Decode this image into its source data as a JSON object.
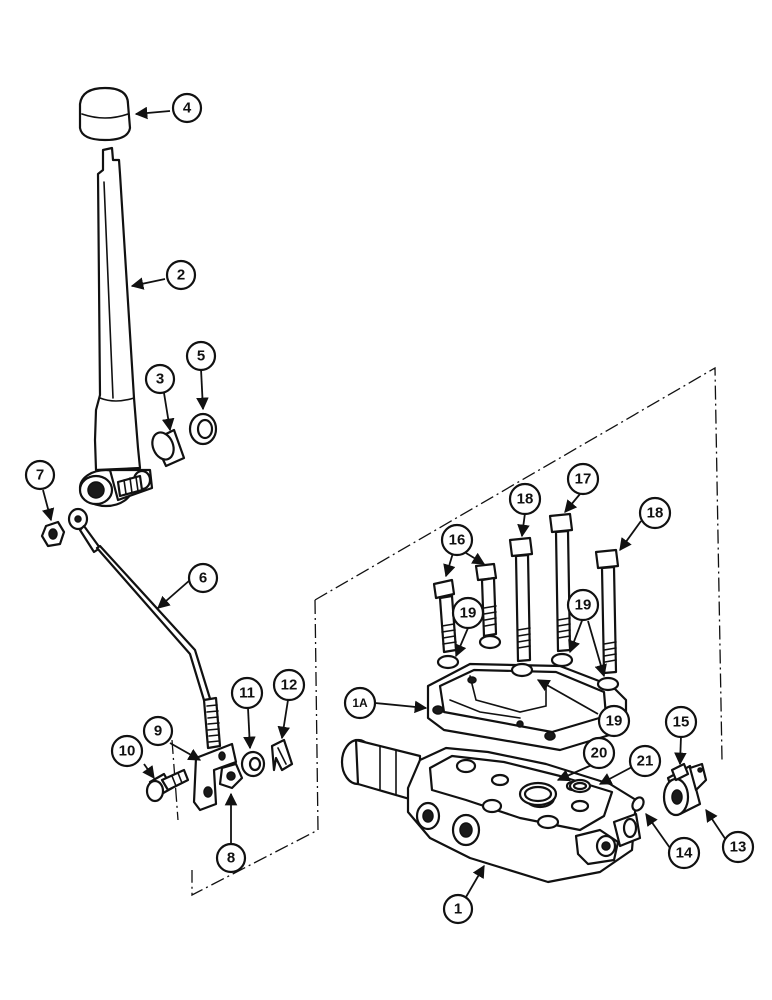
{
  "callouts": {
    "c1": "1",
    "c1a": "1A",
    "c2": "2",
    "c3": "3",
    "c4": "4",
    "c5": "5",
    "c6": "6",
    "c7": "7",
    "c8": "8",
    "c9": "9",
    "c10": "10",
    "c11": "11",
    "c12": "12",
    "c13": "13",
    "c14": "14",
    "c15": "15",
    "c16": "16",
    "c17": "17",
    "c18a": "18",
    "c18b": "18",
    "c19a": "19",
    "c19b": "19",
    "c19c": "19",
    "c20": "20",
    "c21": "21"
  }
}
